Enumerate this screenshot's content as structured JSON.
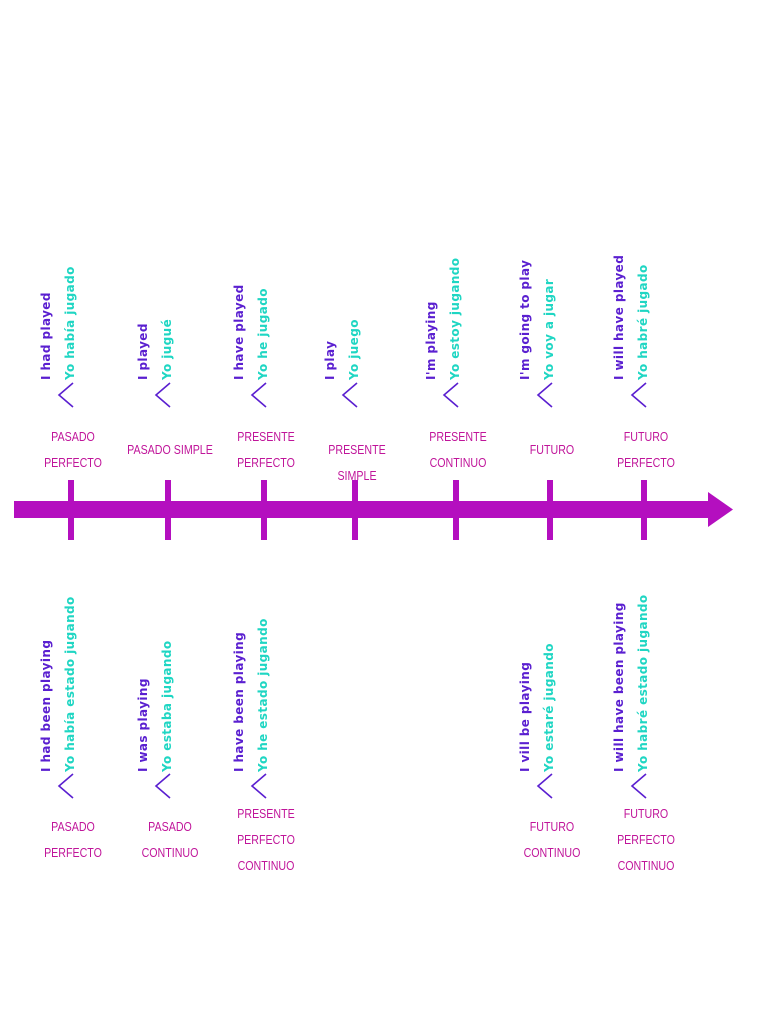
{
  "colors": {
    "axis": "#b40fbf",
    "english": "#5a1fd0",
    "spanish": "#1fd6c3",
    "label": "#c0159a",
    "chevron": "#5a1fd0"
  },
  "upper_entries": [
    {
      "english": "I had played",
      "spanish": "Yo había jugado",
      "label": [
        "PASADO",
        "PERFECTO"
      ]
    },
    {
      "english": "I played",
      "spanish": "Yo jugué",
      "label": [
        "PASADO SIMPLE"
      ]
    },
    {
      "english": "I have played",
      "spanish": "Yo he jugado",
      "label": [
        "PRESENTE",
        "PERFECTO"
      ]
    },
    {
      "english": "I play",
      "spanish": "Yo juego",
      "label": [
        "PRESENTE SIMPLE"
      ]
    },
    {
      "english": "I'm playing",
      "spanish": "Yo estoy jugando",
      "label": [
        "PRESENTE",
        "CONTINUO"
      ]
    },
    {
      "english": "I'm going to play",
      "spanish": "Yo voy a jugar",
      "label": [
        "FUTURO"
      ]
    },
    {
      "english": "I will have played",
      "spanish": "Yo habré jugado",
      "label": [
        "FUTURO",
        "PERFECTO"
      ]
    }
  ],
  "lower_entries": [
    {
      "english": "I had been playing",
      "spanish": "Yo había estado jugando",
      "label": [
        "PASADO",
        "PERFECTO"
      ]
    },
    {
      "english": "I was playing",
      "spanish": "Yo estaba jugando",
      "label": [
        "PASADO",
        "CONTINUO"
      ]
    },
    {
      "english": "I have been playing",
      "spanish": "Yo he estado jugando",
      "label": [
        "PRESENTE",
        "PERFECTO",
        "CONTINUO"
      ]
    },
    {
      "english": "I vill be playing",
      "spanish": "Yo estaré jugando",
      "label": [
        "FUTURO",
        "CONTINUO"
      ]
    },
    {
      "english": "I will have been playing",
      "spanish": "Yo habré estado jugando",
      "label": [
        "FUTURO",
        "PERFECTO",
        "CONTINUO"
      ]
    }
  ]
}
